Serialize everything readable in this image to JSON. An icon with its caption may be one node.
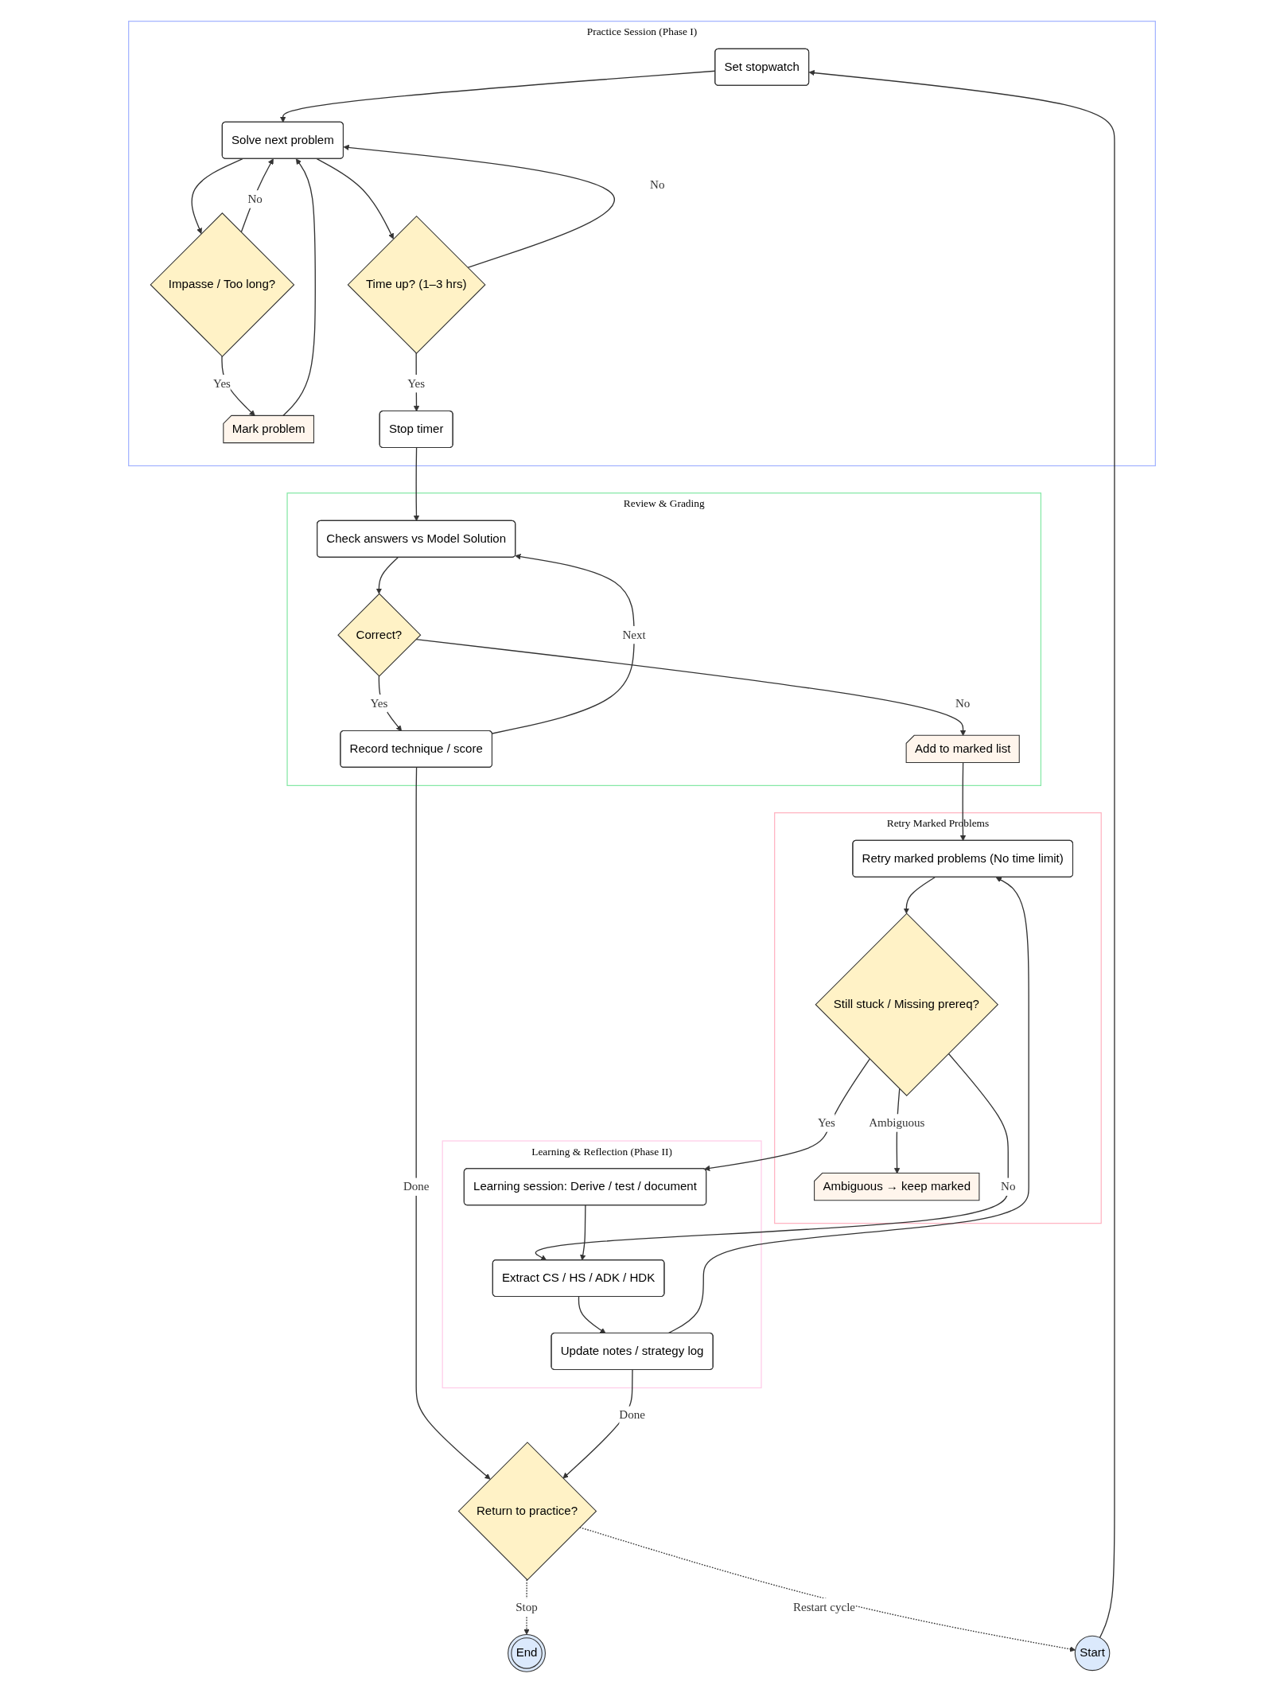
{
  "diagram": {
    "nodes": [
      {
        "text": [
          "Practice Session (Phase I)"
        ]
      },
      {
        "text": [
          "Set stopwatch"
        ],
        "in": 0
      },
      {
        "text": [
          "Solve next problem"
        ],
        "in": 0
      },
      {
        "text": [
          "Impasse / Too long?"
        ],
        "in": 0
      },
      {
        "text": [
          "Time up? (1–3 hrs)"
        ],
        "in": 0
      },
      {
        "text": [
          "Mark problem"
        ],
        "in": 0
      },
      {
        "text": [
          "Stop timer"
        ],
        "in": 0
      },
      {
        "text": [
          "Review & Grading"
        ]
      },
      {
        "text": [
          "Check answers vs Model Solution"
        ],
        "in": 7
      },
      {
        "text": [
          "Correct?"
        ],
        "in": 7
      },
      {
        "text": [
          "Add to marked list"
        ],
        "in": 7
      },
      {
        "text": [
          "Record technique / score"
        ],
        "in": 7
      },
      {
        "text": [
          "Retry Marked Problems"
        ]
      },
      {
        "text": [
          "Retry marked problems (No time limit)"
        ],
        "in": 12
      },
      {
        "text": [
          "Still stuck / Missing prereq?"
        ],
        "in": 12
      },
      {
        "text": [
          "Ambiguous → keep marked"
        ],
        "in": 12
      },
      {
        "text": [
          "Learning & Reflection (Phase II)"
        ]
      },
      {
        "text": [
          "Learning session: Derive / test / document"
        ],
        "in": 16
      },
      {
        "text": [
          "Extract CS / HS / ADK / HDK"
        ],
        "in": 16
      },
      {
        "text": [
          "Update notes / strategy log"
        ],
        "in": 16
      },
      {
        "text": [
          "Return to practice?"
        ]
      },
      {
        "text": [
          "End"
        ]
      },
      {
        "text": [
          "Start"
        ]
      }
    ],
    "edges": [
      {
        "from": 22,
        "to": 1,
        "arrow": "to"
      },
      {
        "from": 1,
        "to": 2,
        "arrow": "to"
      },
      {
        "from": 2,
        "to": 3,
        "arrow": "to"
      },
      {
        "from": 3,
        "to": 2,
        "arrow": "to",
        "label": "No"
      },
      {
        "from": 3,
        "to": 5,
        "arrow": "to",
        "label": "Yes"
      },
      {
        "from": 5,
        "to": 2,
        "arrow": "to"
      },
      {
        "from": 2,
        "to": 4,
        "arrow": "to"
      },
      {
        "from": 4,
        "to": 2,
        "arrow": "to",
        "label": "No"
      },
      {
        "from": 4,
        "to": 6,
        "arrow": "to",
        "label": "Yes"
      },
      {
        "from": 6,
        "to": 8,
        "arrow": "to"
      },
      {
        "from": 8,
        "to": 9,
        "arrow": "to"
      },
      {
        "from": 9,
        "to": 10,
        "arrow": "to",
        "label": "No"
      },
      {
        "from": 9,
        "to": 11,
        "arrow": "to",
        "label": "Yes"
      },
      {
        "from": 11,
        "to": 8,
        "arrow": "to",
        "label": "Next"
      },
      {
        "from": 11,
        "to": 20,
        "arrow": "to",
        "label": "Done"
      },
      {
        "from": 10,
        "to": 13,
        "arrow": "to"
      },
      {
        "from": 13,
        "to": 14,
        "arrow": "to"
      },
      {
        "from": 14,
        "to": 17,
        "arrow": "to",
        "label": "Yes"
      },
      {
        "from": 14,
        "to": 18,
        "arrow": "to",
        "label": "No"
      },
      {
        "from": 14,
        "to": 15,
        "arrow": "to",
        "label": "Ambiguous"
      },
      {
        "from": 17,
        "to": 18,
        "arrow": "to"
      },
      {
        "from": 18,
        "to": 19,
        "arrow": "to"
      },
      {
        "from": 19,
        "to": 13,
        "arrow": "to"
      },
      {
        "from": 19,
        "to": 20,
        "arrow": "to",
        "label": "Done"
      },
      {
        "from": 20,
        "to": 21,
        "arrow": "to",
        "label": "Stop",
        "style": "dashed"
      },
      {
        "from": 20,
        "to": 22,
        "arrow": "to",
        "label": "Restart cycle",
        "style": "dashed"
      }
    ]
  }
}
